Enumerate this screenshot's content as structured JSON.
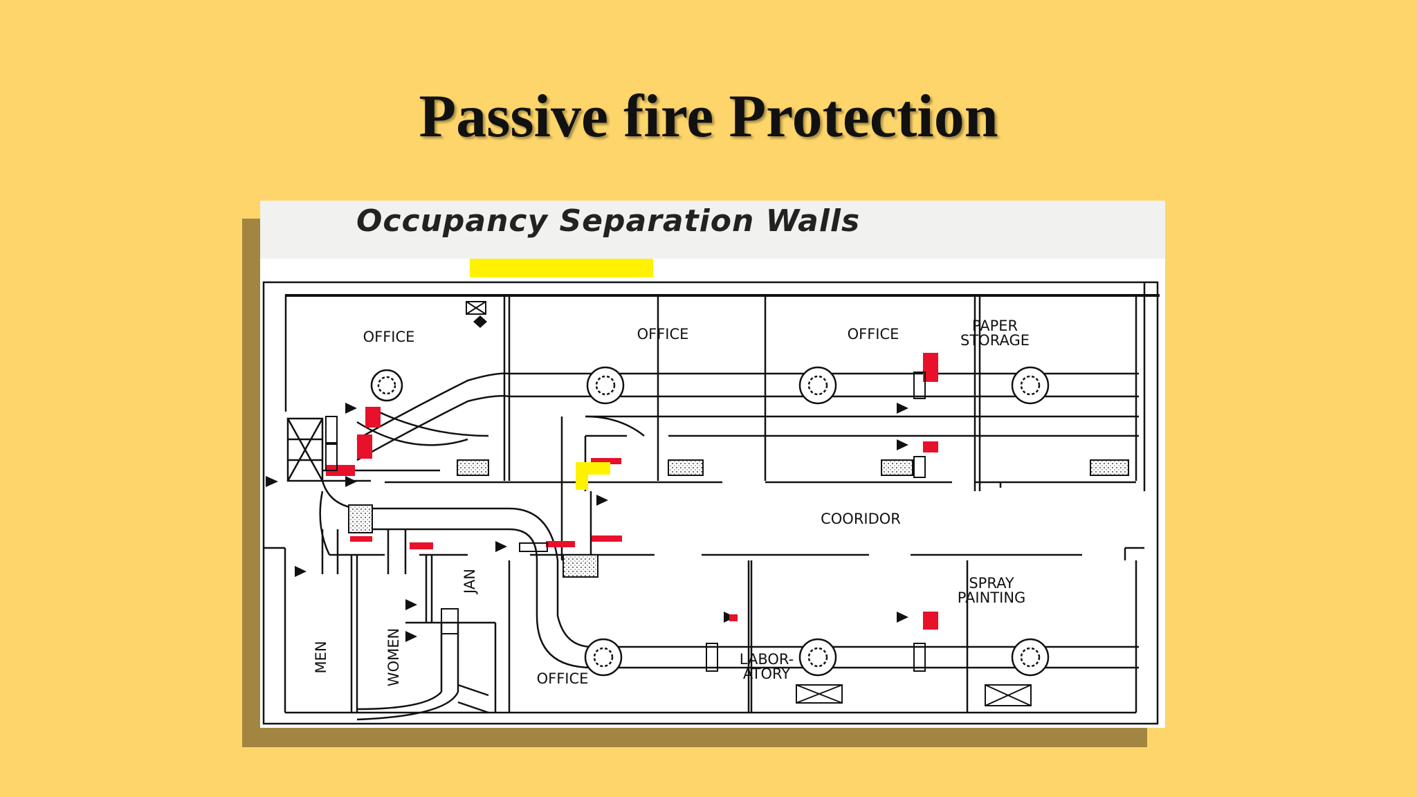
{
  "slide": {
    "title": "Passive fire Protection",
    "background_color": "#FDD56A"
  },
  "figure": {
    "title": "Occupancy Separation Walls",
    "rooms": {
      "office_top_left": "OFFICE",
      "office_top_2": "OFFICE",
      "office_top_3": "OFFICE",
      "paper_storage_1": "PAPER",
      "paper_storage_2": "STORAGE",
      "corridor": "COORIDOR",
      "spray_painting_1": "SPRAY",
      "spray_painting_2": "PAINTING",
      "men": "MEN",
      "women": "WOMEN",
      "jan": "JAN",
      "office_bottom": "OFFICE",
      "laboratory_1": "LABOR-",
      "laboratory_2": "ATORY"
    },
    "colors": {
      "fire_damper": "#E8102A",
      "highlight": "#FFF200",
      "line": "#111111"
    }
  }
}
